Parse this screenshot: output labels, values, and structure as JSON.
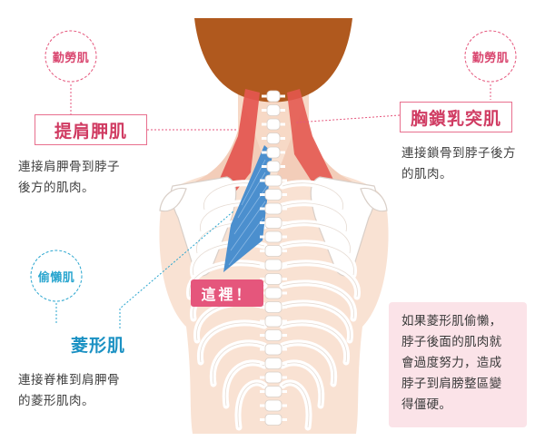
{
  "badges": {
    "left_top": "勤勞肌",
    "right_top": "勤勞肌",
    "left_mid": "偷懶肌"
  },
  "muscles": {
    "levator": {
      "name": "提肩胛肌",
      "desc": [
        "連接肩胛骨到脖子",
        "後方的肌肉。"
      ]
    },
    "scm": {
      "name": "胸鎖乳突肌",
      "desc": [
        "連接鎖骨到脖子後方",
        "的肌肉。"
      ]
    },
    "rhomboid": {
      "name": "菱形肌",
      "desc": [
        "連接脊椎到肩胛骨",
        "的菱形肌肉。"
      ]
    }
  },
  "callout": "這裡！",
  "note": [
    "如果菱形肌偷懶，",
    "脖子後面的肌肉就",
    "會過度努力，造成",
    "脖子到肩膀整區變",
    "得僵硬。"
  ],
  "colors": {
    "skin": "#f9e2d3",
    "hair": "#b0591e",
    "bone": "#ffffff",
    "bone_line": "#d9cfc8",
    "muscle_red": "#e4564f",
    "muscle_blue": "#4b8fce",
    "pink": "#e5567c",
    "blue": "#2aa6cf"
  }
}
